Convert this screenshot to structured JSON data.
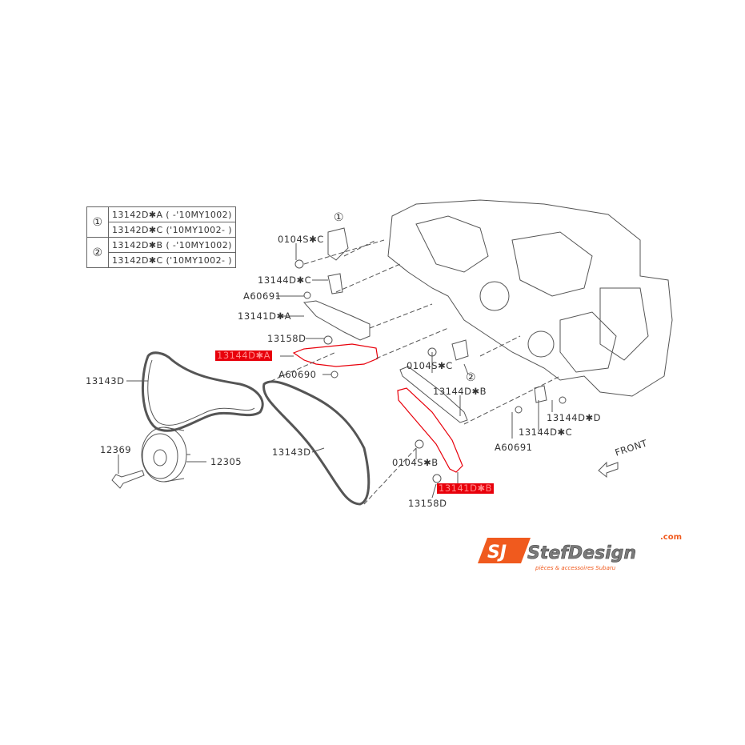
{
  "variant_table": {
    "groups": [
      {
        "marker": "①",
        "rows": [
          "13142D✱A ( -'10MY1002)",
          "13142D✱C ('10MY1002- )"
        ]
      },
      {
        "marker": "②",
        "rows": [
          "13142D✱B ( -'10MY1002)",
          "13142D✱C ('10MY1002- )"
        ]
      }
    ]
  },
  "callouts": {
    "marker_1": "①",
    "marker_2": "②",
    "bolt_c": "0104S✱C",
    "tensioner_c_left": "13144D✱C",
    "a60691_left": "A60691",
    "guide_a": "13141D✱A",
    "bushing_left": "13158D",
    "tensioner_a_highlight": "13144D✱A",
    "a60690": "A60690",
    "chain_left": "13143D",
    "bolt_12369": "12369",
    "pulley_12305": "12305",
    "chain_right": "13143D",
    "bolt_c_right": "0104S✱C",
    "tensioner_b": "13144D✱B",
    "tensioner_d": "13144D✱D",
    "tensioner_c_right": "13144D✱C",
    "a60691_right": "A60691",
    "front": "FRONT",
    "bolt_b": "0104S✱B",
    "guide_b_highlight": "13141D✱B",
    "bushing_right": "13158D"
  },
  "colors": {
    "highlight": "#e8000b",
    "logo_orange": "#f05a1e",
    "logo_grey": "#7a7a7a"
  },
  "logo": {
    "brand": "StefDesign",
    "tld": ".com",
    "tagline": "pièces & accessoires Subaru"
  }
}
